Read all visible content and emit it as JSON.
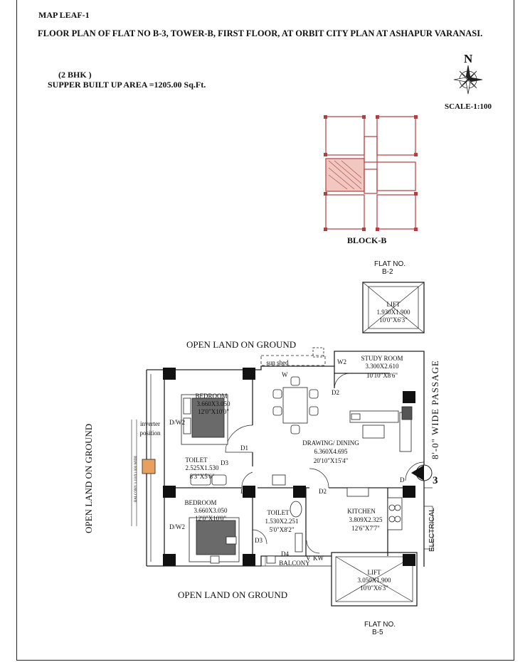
{
  "header": {
    "leaf": "MAP LEAF-1",
    "title": "FLOOR PLAN OF FLAT NO B-3, TOWER-B, FIRST FLOOR, AT ORBIT CITY PLAN AT ASHAPUR VARANASI.",
    "bhk": "(2 BHK )",
    "area": "SUPPER BUILT UP AREA =1205.00 Sq.Ft.",
    "north": "N",
    "scale": "SCALE-1:100"
  },
  "keyplan": {
    "label": "BLOCK-B"
  },
  "surroundings": {
    "top": "OPEN LAND ON GROUND",
    "bottom": "OPEN LAND ON GROUND",
    "left": "OPEN LAND ON GROUND",
    "right": "8'-0\" WIDE PASSAGE",
    "electrical": "ELECTRICAL",
    "flat_top": [
      "FLAT NO.",
      "B-2"
    ],
    "flat_bottom": [
      "FLAT NO.",
      "B-5"
    ],
    "arrow_number": "3"
  },
  "rooms": {
    "lift_top": [
      "LIFT",
      "1.930X1.900",
      "10'0\"X6'3\""
    ],
    "study": [
      "STUDY ROOM",
      "3.300X2.610",
      "10'10\"X8'6\""
    ],
    "bedroom1": [
      "BEDROOM",
      "3.660X3.050",
      "12'0\"X10'0\""
    ],
    "drawing": [
      "DRAWING/ DINING",
      "6.360X4.695",
      "20'10\"X15'4\""
    ],
    "toilet1": [
      "TOILET",
      "2.525X1.530",
      "8'3\"X5'0\""
    ],
    "bedroom2": [
      "BEDROOM",
      "3.660X3.050",
      "12'0\"X10'0\""
    ],
    "toilet2": [
      "TOILET",
      "1.530X2.251",
      "5'0\"X8'2\""
    ],
    "kitchen": [
      "KITCHEN",
      "3.809X2.325",
      "12'6\"X7'7\""
    ],
    "lift_bottom": [
      "LIFT",
      "3.050X1.900",
      "10'0\"X6'3\""
    ],
    "balcony": "BALCONY",
    "balcony_side": "BALCONY 3.110X1.000 WIDE",
    "inverter": [
      "inverter",
      "position"
    ],
    "sun_shed": "sun shed"
  },
  "doors": [
    "D1",
    "D1",
    "D2",
    "D2",
    "D3",
    "D3",
    "D4",
    "D",
    "D/W2",
    "D/W2",
    "W",
    "W2",
    "V",
    "KW"
  ],
  "colors": {
    "line": "#222222",
    "keyplan": "#b04040",
    "wall": "#111111"
  }
}
